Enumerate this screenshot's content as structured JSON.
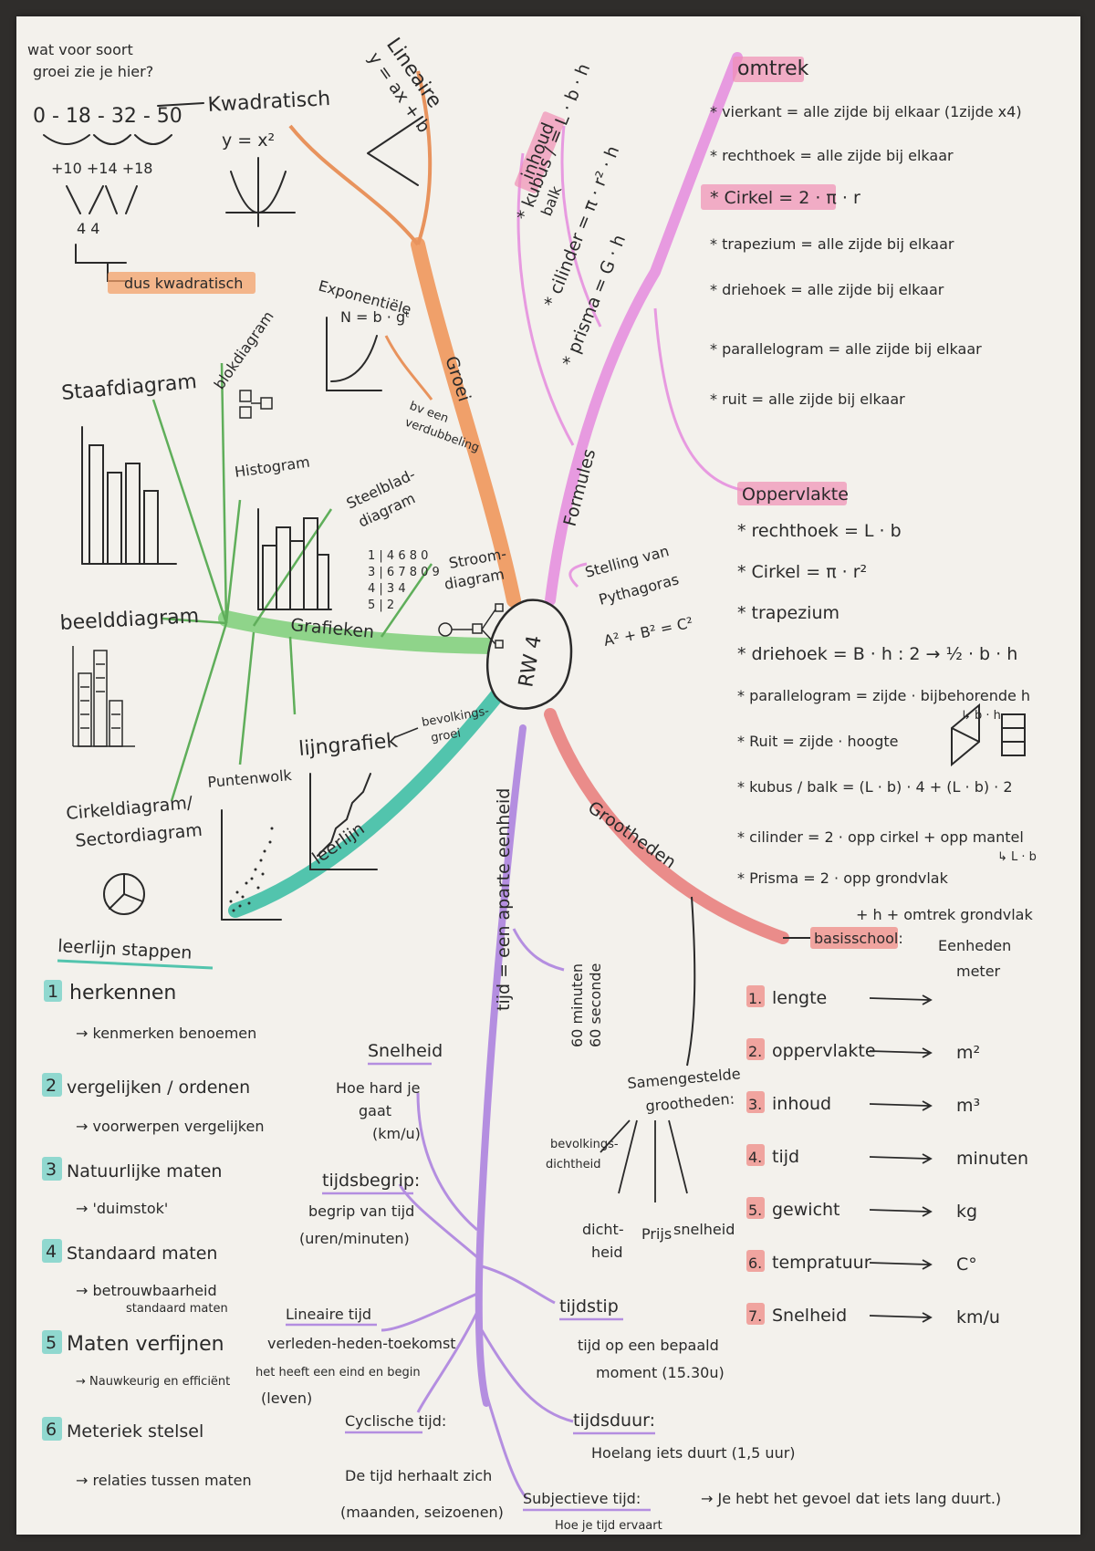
{
  "center": {
    "label": "RW 4"
  },
  "colors": {
    "groei": "#f0a06a",
    "formules": "#e79ae0",
    "grafieken": "#8fd48a",
    "leerlijn": "#52c4ad",
    "tijd": "#b48ee0",
    "grootheden": "#ea8c8a",
    "highlight_cyan": "#6fcfc6",
    "highlight_pink": "#f08fb5"
  },
  "groei": {
    "branch_label": "Groei",
    "question": [
      "wat voor soort",
      "groei zie je hier?"
    ],
    "sequence": "0 - 18 - 32 - 50",
    "diffs": "+10  +14  +18",
    "second_diffs": "4    4",
    "conclusion": "dus kwadratisch",
    "kwadratisch": "Kwadratisch",
    "kwadratisch_formula": "y = x²",
    "lineaire": "Lineaire",
    "lineaire_formula": "y = ax + b",
    "exponentiele": "Exponentiële",
    "exponentiele_formula": "N = b · gᵗ",
    "verdubbeling": [
      "bv een",
      "verdubbeling"
    ]
  },
  "formules": {
    "branch_label": "Formules",
    "inhoud": {
      "title": "inhoud",
      "items": [
        "* kubus / = L · b · h",
        "balk",
        "* cilinder = π · r² · h",
        "* prisma = G · h"
      ]
    },
    "omtrek": {
      "title": "omtrek",
      "items": [
        "* vierkant = alle zijde bij elkaar (1zijde x4)",
        "* rechthoek = alle zijde bij elkaar",
        "* Cirkel = 2 · π · r",
        "* trapezium = alle zijde bij elkaar",
        "* driehoek = alle zijde bij elkaar",
        "* parallelogram = alle zijde bij elkaar",
        "* ruit = alle zijde bij elkaar"
      ]
    },
    "oppervlakte": {
      "title": "Oppervlakte",
      "items": [
        "* rechthoek = L · b",
        "* Cirkel = π · r²",
        "* trapezium",
        "* driehoek = B · h : 2 → ½ · b · h",
        "* parallelogram = zijde · bijbehorende h",
        "* Ruit = zijde · hoogte",
        "* kubus / balk = (L · b) · 4 + (L · b) · 2",
        "* cilinder = 2 · opp cirkel + opp mantel",
        "* Prisma = 2 · opp grondvlak",
        "+ h + omtrek grondvlak"
      ],
      "annotations": [
        "↳ b · h",
        "↳ L · b"
      ]
    },
    "pythagoras": {
      "lines": [
        "Stelling van",
        "Pythagoras"
      ],
      "formula": "A² + B² = C²"
    }
  },
  "grafieken": {
    "branch_label": "Grafieken",
    "items": {
      "staafdiagram": "Staafdiagram",
      "blokdiagram": "blokdiagram",
      "histogram": "Histogram",
      "steelblad": [
        "Steelblad-",
        "diagram"
      ],
      "stroomdiagram": [
        "Stroom-",
        "diagram"
      ],
      "beelddiagram": "beelddiagram",
      "lijngrafiek": "lijngrafiek",
      "bevolkingsgroei": [
        "bevolkings-",
        "groei"
      ],
      "cirkeldiagram": [
        "Cirkeldiagram/",
        "Sectordiagram"
      ],
      "puntenwolk": "Puntenwolk"
    },
    "steelblad_rows": [
      "1 | 4 6 8 0",
      "3 | 6 7 8 0 9",
      "4 | 3 4",
      "5 | 2"
    ]
  },
  "leerlijn": {
    "branch_label": "leerlijn",
    "title": "leerlijn stappen",
    "steps": [
      {
        "num": "1",
        "label": "herkennen",
        "sub": "→ kenmerken benoemen"
      },
      {
        "num": "2",
        "label": "vergelijken / ordenen",
        "sub": "→ voorwerpen vergelijken"
      },
      {
        "num": "3",
        "label": "Natuurlijke maten",
        "sub": "→ 'duimstok'"
      },
      {
        "num": "4",
        "label": "Standaard maten",
        "sub": "→ betrouwbaarheid",
        "sub2": "standaard maten"
      },
      {
        "num": "5",
        "label": "Maten verfijnen",
        "sub": "→ Nauwkeurig en efficiënt"
      },
      {
        "num": "6",
        "label": "Meteriek stelsel",
        "sub": "→ relaties tussen maten"
      }
    ]
  },
  "tijd": {
    "branch_label": "tijd = een aparte eenheid",
    "minutes": [
      "60 minuten",
      "60 seconde"
    ],
    "snelheid": {
      "title": "Snelheid",
      "lines": [
        "Hoe hard je",
        "gaat",
        "(km/u)"
      ]
    },
    "tijdsbegrip": {
      "title": "tijdsbegrip:",
      "lines": [
        "begrip van tijd",
        "(uren/minuten)"
      ]
    },
    "lineaire_tijd": {
      "title": "Lineaire tijd",
      "lines": [
        "verleden-heden-toekomst",
        "het heeft een eind en begin",
        "(leven)"
      ]
    },
    "cyclische_tijd": {
      "title": "Cyclische tijd:",
      "lines": [
        "De tijd herhaalt zich",
        "(maanden, seizoenen)"
      ]
    },
    "tijdstip": {
      "title": "tijdstip",
      "lines": [
        "tijd op een bepaald",
        "moment (15.30u)"
      ]
    },
    "tijdsduur": {
      "title": "tijdsduur:",
      "lines": [
        "Hoelang iets duurt (1,5 uur)"
      ]
    },
    "subjectieve": {
      "title": "Subjectieve tijd:",
      "lines": [
        "Hoe je tijd ervaart"
      ],
      "note": "→ Je hebt het gevoel dat iets lang duurt.)"
    }
  },
  "grootheden": {
    "branch_label": "Grootheden",
    "samengestelde": {
      "title": [
        "Samengestelde",
        "grootheden:"
      ],
      "items": [
        "bevolkings-",
        "dichtheid",
        "dicht-",
        "heid",
        "Prijs",
        "snelheid"
      ]
    },
    "basisschool_title": "basisschool:",
    "eenheden_title": [
      "Eenheden",
      "meter"
    ],
    "rows": [
      {
        "num": "1.",
        "label": "lengte",
        "unit": ""
      },
      {
        "num": "2.",
        "label": "oppervlakte",
        "unit": "m²"
      },
      {
        "num": "3.",
        "label": "inhoud",
        "unit": "m³"
      },
      {
        "num": "4.",
        "label": "tijd",
        "unit": "minuten"
      },
      {
        "num": "5.",
        "label": "gewicht",
        "unit": "kg"
      },
      {
        "num": "6.",
        "label": "tempratuur",
        "unit": "C°"
      },
      {
        "num": "7.",
        "label": "Snelheid",
        "unit": "km/u"
      }
    ]
  }
}
